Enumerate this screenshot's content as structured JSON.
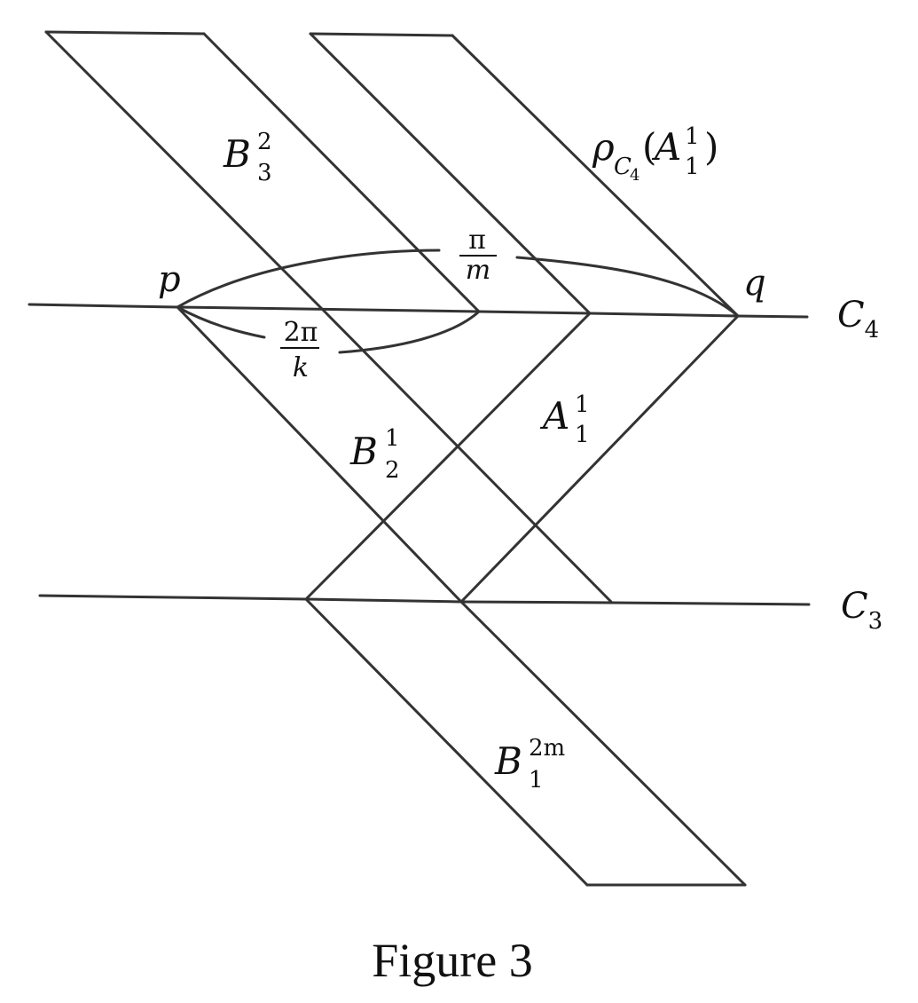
{
  "caption": "Figure 3",
  "labels": {
    "curve_C4": {
      "base": "C",
      "sub": "4"
    },
    "curve_C3": {
      "base": "C",
      "sub": "3"
    },
    "point_p": "p",
    "point_q": "q",
    "region_B3_2": {
      "base": "B",
      "sup": "2",
      "sub": "3"
    },
    "region_rho_A1_1": {
      "rho": "ρ",
      "rho_sub_base": "C",
      "rho_sub_sub": "4",
      "open": "(",
      "base": "A",
      "sup": "1",
      "sub": "1",
      "close": ")"
    },
    "region_B2_1": {
      "base": "B",
      "sup": "1",
      "sub": "2"
    },
    "region_A1_1": {
      "base": "A",
      "sup": "1",
      "sub": "1"
    },
    "region_B1_2m": {
      "base": "B",
      "sup": "2m",
      "sub": "1"
    },
    "angle_pi_m": {
      "num": "π",
      "den": "m"
    },
    "angle_2pi_k": {
      "num": "2π",
      "den": "k"
    }
  }
}
